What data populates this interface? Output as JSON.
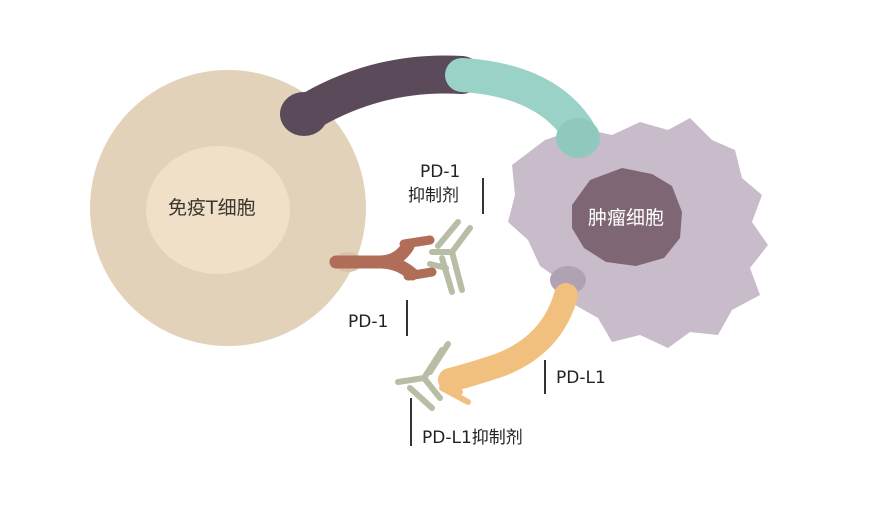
{
  "cells": {
    "t_cell_label": "免疫T细胞",
    "tumor_cell_label": "肿瘤细胞"
  },
  "labels": {
    "pd1": "PD-1",
    "pd1_inhibitor_line1": "PD-1",
    "pd1_inhibitor_line2": "抑制剂",
    "pdl1": "PD-L1",
    "pdl1_inhibitor": "PD-L1抑制剂"
  },
  "colors": {
    "t_cell_body": "#e3d2ba",
    "t_cell_nucleus": "#f0e0c8",
    "tumor_cell_body": "#c8bccb",
    "tumor_cell_nucleus": "#7e6675",
    "mhc_arc": "#5b4a5a",
    "tcr_arc": "#9bd2c8",
    "pd1_receptor": "#b06d58",
    "pdl1_ligand": "#f2c07e",
    "antibody": "#b8bea6",
    "text": "#222222"
  }
}
